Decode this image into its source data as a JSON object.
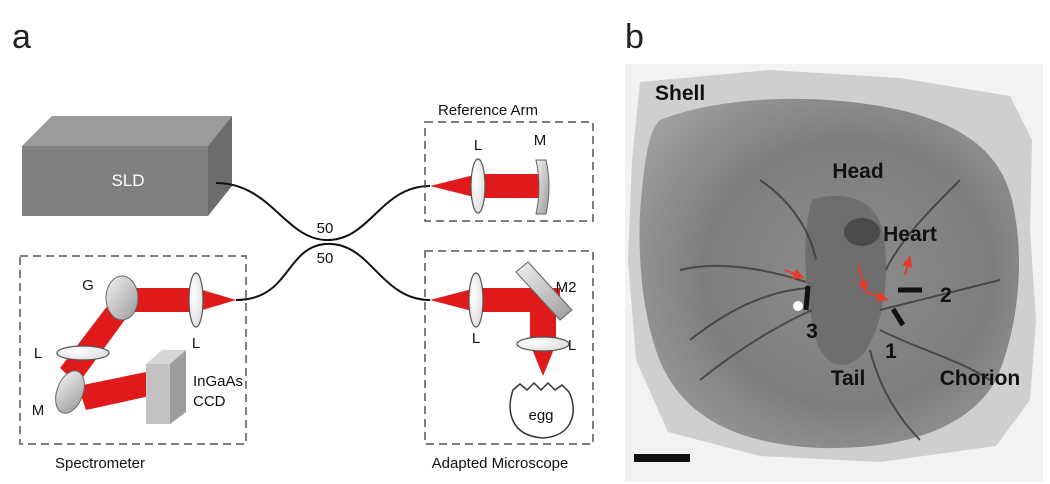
{
  "panel_a": {
    "panel_label": "a",
    "source": {
      "label": "SLD"
    },
    "coupler": {
      "split_top": "50",
      "split_bottom": "50"
    },
    "reference_arm": {
      "title": "Reference Arm",
      "lens_label": "L",
      "mirror_label": "M"
    },
    "spectrometer": {
      "title": "Spectrometer",
      "grating_label": "G",
      "lens_top_label": "L",
      "lens_left_label": "L",
      "mirror_label": "M",
      "detector_line1": "InGaAs",
      "detector_line2": "CCD"
    },
    "microscope": {
      "title": "Adapted Microscope",
      "mirror_label": "M2",
      "lens_left_label": "L",
      "lens_right_label": "L",
      "sample_label": "egg"
    }
  },
  "panel_b": {
    "panel_label": "b",
    "labels": {
      "shell": "Shell",
      "head": "Head",
      "heart": "Heart",
      "tail": "Tail",
      "chorion": "Chorion"
    },
    "markers": [
      "1",
      "2",
      "3"
    ]
  },
  "colors": {
    "beam": "#e01a1a",
    "box_border": "#555555",
    "arrow": "#e83a2a",
    "photo_bg": "#9a9a9a"
  }
}
